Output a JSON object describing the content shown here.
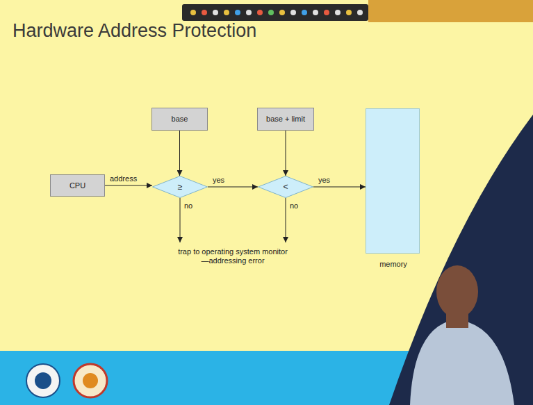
{
  "diagram": {
    "title": "Hardware Address Protection",
    "nodes": [
      {
        "text": [
          "CPU"
        ]
      },
      {
        "text": [
          "base"
        ]
      },
      {
        "text": [
          "≥"
        ]
      },
      {
        "text": [
          "base + limit"
        ]
      },
      {
        "text": [
          "<"
        ]
      },
      {
        "text": [
          "memory"
        ]
      }
    ],
    "edges": [
      {
        "from": 0,
        "to": 2,
        "arrow": "to",
        "label": "address"
      },
      {
        "from": 1,
        "to": 2,
        "arrow": "to"
      },
      {
        "from": 2,
        "to": 4,
        "arrow": "to",
        "label": "yes"
      },
      {
        "from": 3,
        "to": 4,
        "arrow": "to"
      },
      {
        "from": 4,
        "to": 5,
        "arrow": "to",
        "label": "yes"
      }
    ],
    "labels": [
      "no",
      "no",
      "trap to operating system monitor—addressing error"
    ]
  }
}
